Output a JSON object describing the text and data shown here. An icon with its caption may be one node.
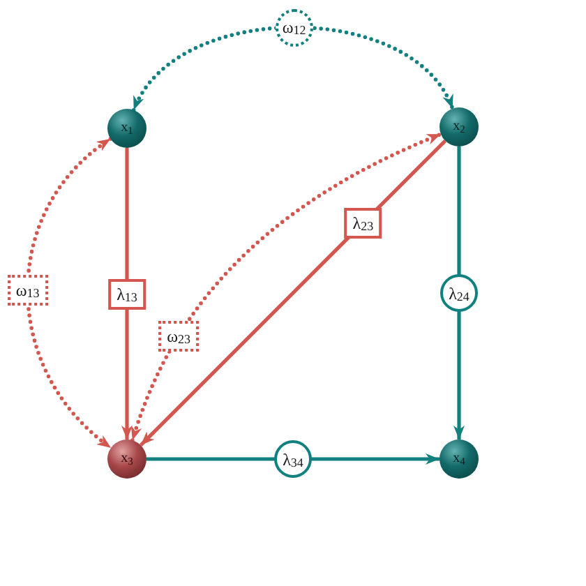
{
  "diagram": {
    "nodes": [
      {
        "text": [
          "x$_{1}$"
        ]
      },
      {
        "text": [
          "x$_{2}$"
        ]
      },
      {
        "text": [
          "x$_{3}$"
        ]
      },
      {
        "text": [
          "x$_{4}$"
        ]
      }
    ],
    "edges": [
      {
        "from": 0,
        "to": 1,
        "arrow": "both",
        "label": "ω$_{12}$",
        "style": "dashed",
        "color": "#12807e"
      },
      {
        "from": 0,
        "to": 2,
        "arrow": "both",
        "label": "ω$_{13}$",
        "style": "dashed"
      },
      {
        "from": 0,
        "to": 2,
        "arrow": "to",
        "label": "λ$_{13}$"
      },
      {
        "from": 2,
        "to": 1,
        "arrow": "both",
        "label": "ω$_{23}$",
        "style": "dashed"
      },
      {
        "from": 1,
        "to": 2,
        "arrow": "to",
        "label": "λ$_{23}$"
      },
      {
        "from": 1,
        "to": 3,
        "arrow": "to",
        "label": "λ$_{24}$",
        "color": "#12807e"
      },
      {
        "from": 2,
        "to": 3,
        "arrow": "to",
        "label": "λ$_{34}$",
        "color": "#12807e"
      }
    ]
  }
}
